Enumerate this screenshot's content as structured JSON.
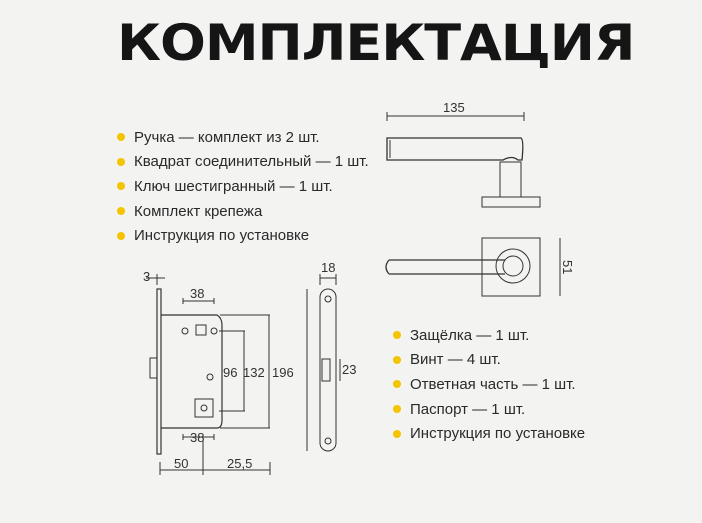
{
  "title": "КОМПЛЕКТАЦИЯ",
  "accent_color": "#f5c400",
  "handle_kit": [
    "Ручка — комплект из 2 шт.",
    "Квадрат соединительный — 1 шт.",
    "Ключ шестигранный — 1 шт.",
    "Комплект крепежа",
    "Инструкция по установке"
  ],
  "lock_kit": [
    "Защёлка — 1 шт.",
    "Винт — 4 шт.",
    "Ответная часть — 1 шт.",
    "Паспорт — 1 шт.",
    "Инструкция по установке"
  ],
  "dimensions": {
    "handle_length": "135",
    "rosette": "51",
    "faceplate_thickness": "3",
    "top_spacing": "38",
    "d96": "96",
    "d132": "132",
    "d196": "196",
    "bottom_spacing": "38",
    "backset": "50",
    "depth_extra": "25,5",
    "strike_width": "18",
    "latch_height": "23"
  }
}
